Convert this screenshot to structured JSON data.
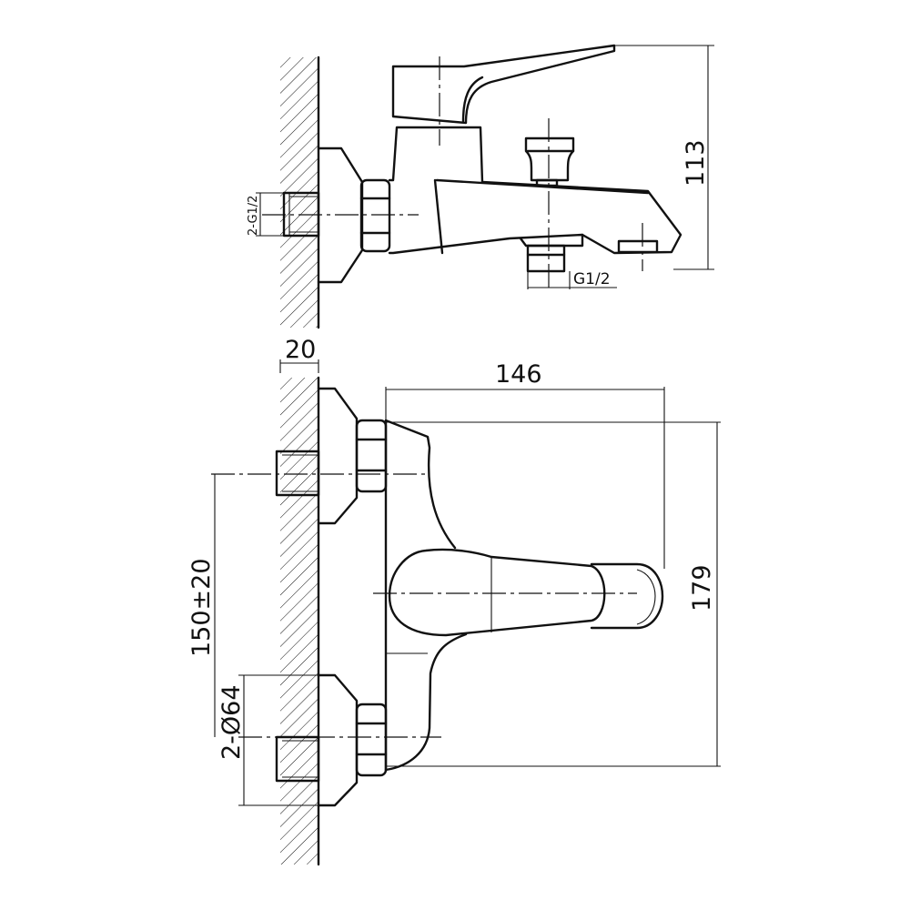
{
  "side_view": {
    "height_label": "113",
    "inlet_thread_label": "2-G1/2",
    "outlet_thread_label": "G1/2"
  },
  "front_view": {
    "wall_offset_label": "20",
    "spout_reach_label": "146",
    "total_height_label": "179",
    "center_distance_label": "150±20",
    "flange_diameter_label": "2-Ø64"
  }
}
